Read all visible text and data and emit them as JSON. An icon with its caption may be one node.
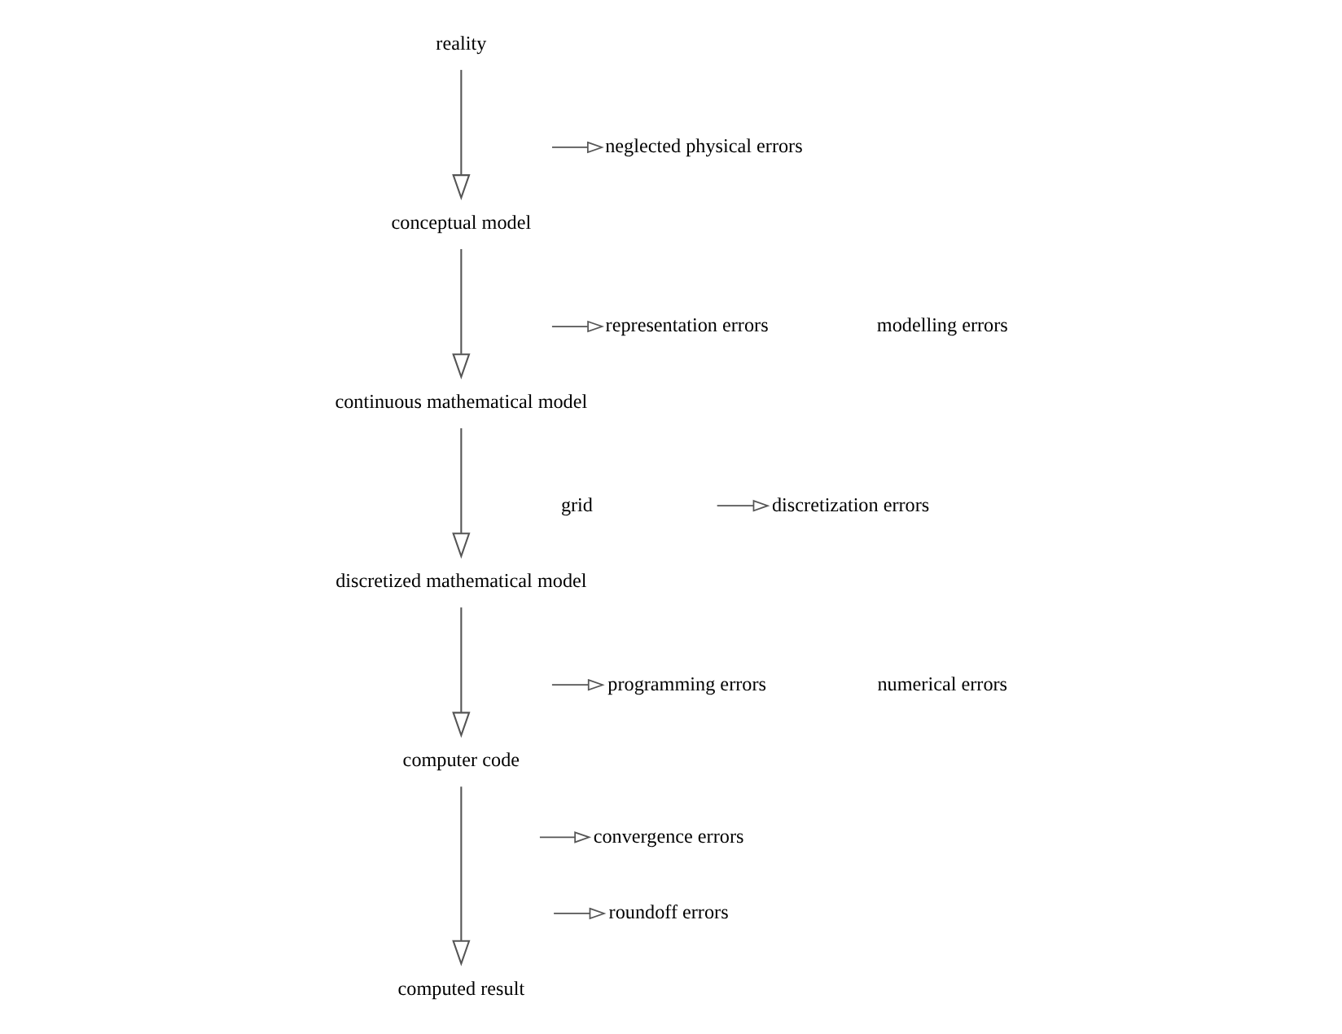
{
  "diagram": {
    "nodes": [
      {
        "text": [
          "reality"
        ]
      },
      {
        "text": [
          "conceptual model"
        ]
      },
      {
        "text": [
          "continuous mathematical model"
        ]
      },
      {
        "text": [
          "discretized mathematical model"
        ]
      },
      {
        "text": [
          "computer code"
        ]
      },
      {
        "text": [
          "computed result"
        ]
      },
      {
        "text": [
          "neglected physical errors"
        ]
      },
      {
        "text": [
          "representation errors"
        ]
      },
      {
        "text": [
          "discretization errors"
        ]
      },
      {
        "text": [
          "programming errors"
        ]
      },
      {
        "text": [
          "convergence errors"
        ]
      },
      {
        "text": [
          "roundoff errors"
        ]
      }
    ],
    "edges": [
      {
        "from": 0,
        "to": 1,
        "arrow": "to"
      },
      {
        "from": null,
        "to": 6,
        "arrow": "to"
      },
      {
        "from": 1,
        "to": 2,
        "arrow": "to"
      },
      {
        "from": null,
        "to": 7,
        "arrow": "to"
      },
      {
        "from": 2,
        "to": 3,
        "arrow": "to"
      },
      {
        "from": null,
        "to": 8,
        "arrow": "to"
      },
      {
        "from": 3,
        "to": 4,
        "arrow": "to"
      },
      {
        "from": null,
        "to": 9,
        "arrow": "to"
      },
      {
        "from": 4,
        "to": 5,
        "arrow": "to"
      },
      {
        "from": null,
        "to": 10,
        "arrow": "to"
      },
      {
        "from": null,
        "to": 11,
        "arrow": "to"
      }
    ],
    "labels": [
      "modelling errors",
      "grid",
      "numerical errors"
    ]
  }
}
